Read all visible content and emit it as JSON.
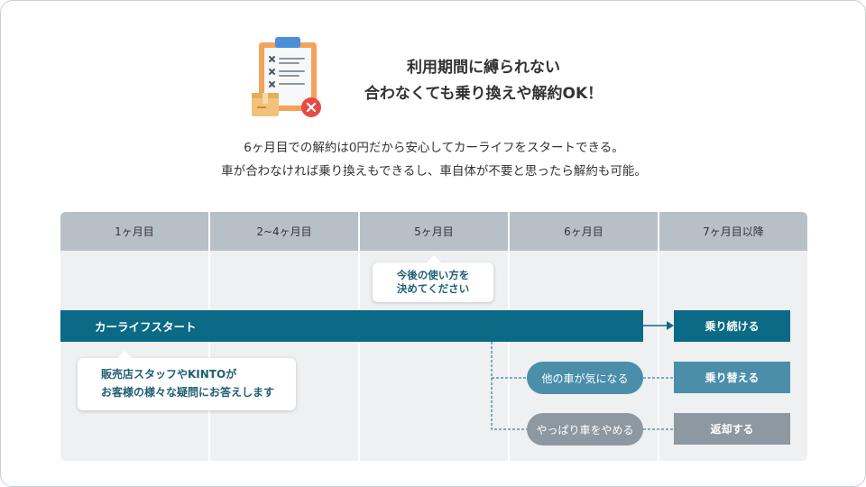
{
  "headline": {
    "line1": "利用期間に縛られない",
    "line2": "合わなくても乗り換えや解約OK！"
  },
  "description": {
    "line1": "6ヶ月目での解約は0円だから安心してカーライフをスタートできる。",
    "line2": "車が合わなければ乗り換えもできるし、車自体が不要と思ったら解約も可能。"
  },
  "timeline": {
    "columns": [
      "1ヶ月目",
      "2~4ヶ月目",
      "5ヶ月目",
      "6ヶ月目",
      "7ヶ月目以降"
    ],
    "decide_bubble": {
      "line1": "今後の使い方を",
      "line2": "決めてください"
    },
    "start_bar": "カーライフスタート",
    "support_bubble": {
      "line1": "販売店スタッフやKINTOが",
      "line2": "お客様の様々な疑問にお答えします"
    },
    "options": [
      {
        "label": "他の車が気になる",
        "outcome": "乗り替える"
      },
      {
        "label": "やっぱり車をやめる",
        "outcome": "返却する"
      }
    ],
    "continue_outcome": "乗り続ける"
  },
  "colors": {
    "teal_dark": "#0b6a85",
    "teal_mid": "#4a8eaa",
    "gray": "#8d98a1",
    "header": "#b8c0c7",
    "panel": "#eef0f2",
    "icon_orange": "#f4a259",
    "icon_red": "#e84a4a"
  },
  "icons": {
    "illustration": "clipboard-checklist-icon",
    "cancel_badge": "close-circle-icon",
    "box": "package-icon"
  }
}
